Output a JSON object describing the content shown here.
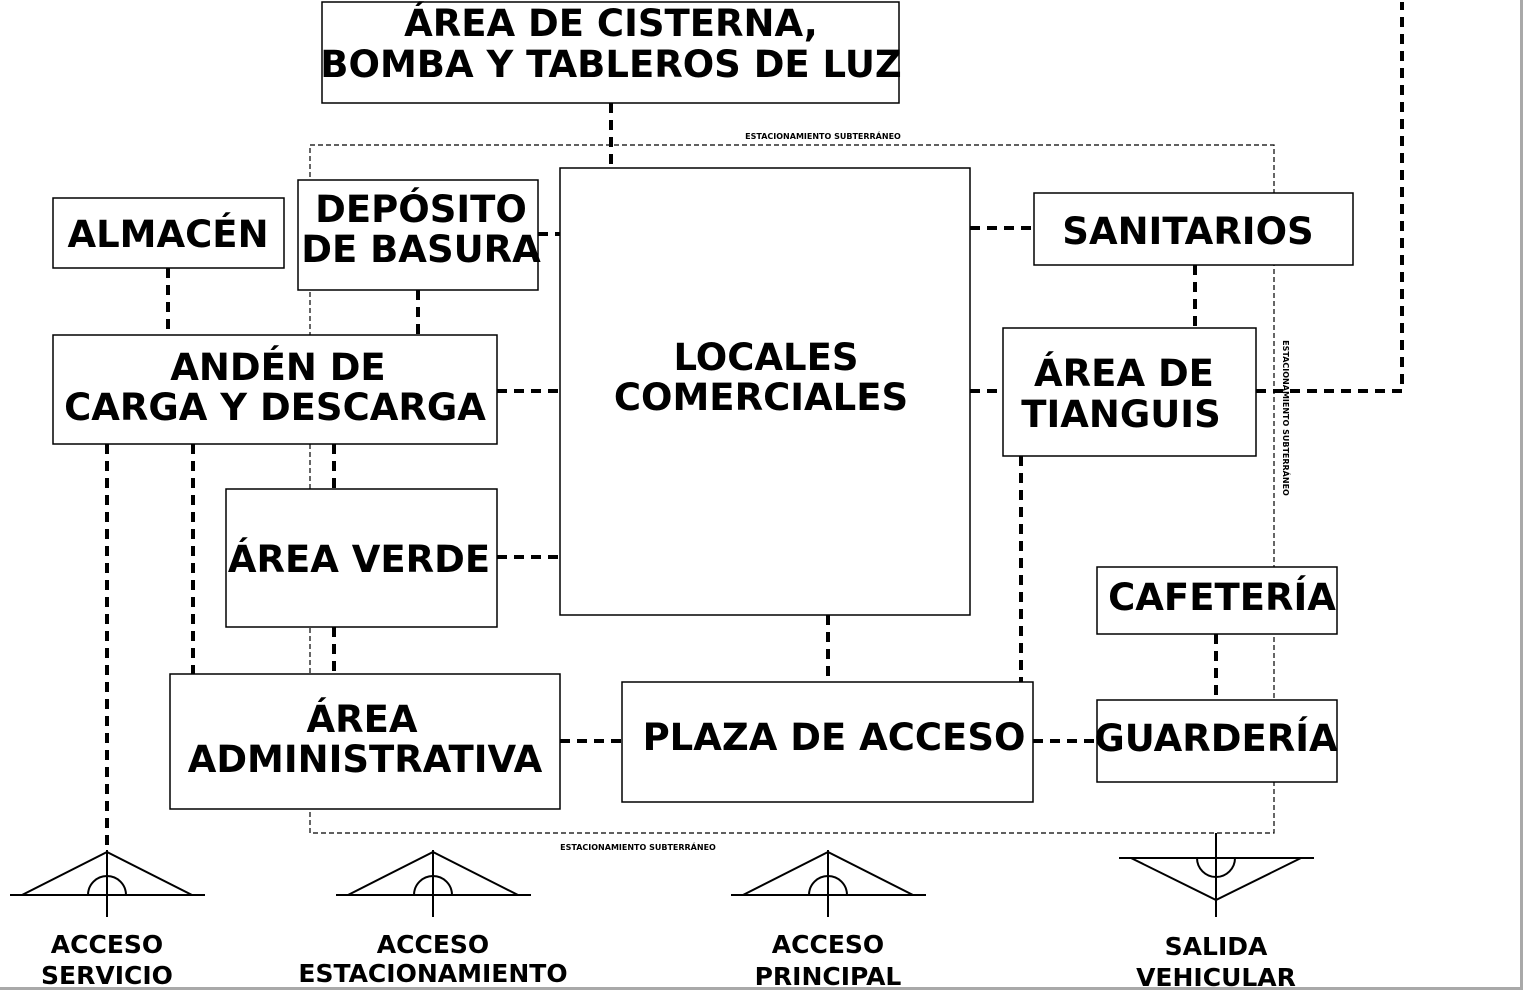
{
  "rooms": {
    "cisterna": [
      "ÁREA DE CISTERNA,",
      "BOMBA Y TABLEROS DE LUZ"
    ],
    "almacen": [
      "ALMACÉN"
    ],
    "deposito": [
      "DEPÓSITO",
      "DE BASURA"
    ],
    "locales": [
      "LOCALES",
      "COMERCIALES"
    ],
    "sanitarios": [
      "SANITARIOS"
    ],
    "anden": [
      "ANDÉN DE",
      "CARGA Y DESCARGA"
    ],
    "tianguis": [
      "ÁREA DE",
      "TIANGUIS"
    ],
    "verde": [
      "ÁREA VERDE"
    ],
    "cafeteria": [
      "CAFETERÍA"
    ],
    "administrativa": [
      "ÁREA",
      "ADMINISTRATIVA"
    ],
    "plaza": [
      "PLAZA DE ACCESO"
    ],
    "guarderia": [
      "GUARDERÍA"
    ]
  },
  "parking_label": "ESTACIONAMIENTO SUBTERRÁNEO",
  "accesses": {
    "servicio": [
      "ACCESO",
      "SERVICIO"
    ],
    "estacionamiento": [
      "ACCESO",
      "ESTACIONAMIENTO"
    ],
    "principal": [
      "ACCESO",
      "PRINCIPAL"
    ],
    "salida": [
      "SALIDA",
      "VEHICULAR"
    ]
  }
}
